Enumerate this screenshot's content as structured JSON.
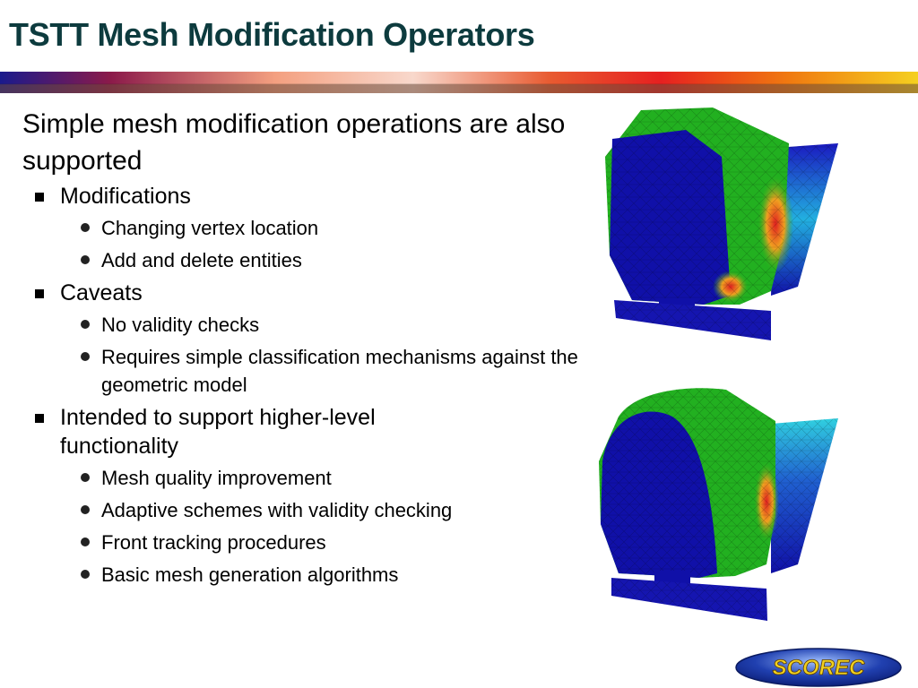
{
  "slide": {
    "title": "TSTT Mesh Modification Operators",
    "intro": "Simple mesh modification operations are also supported",
    "bullets": [
      {
        "text": "Modifications",
        "sub": [
          "Changing vertex location",
          "Add and delete entities"
        ]
      },
      {
        "text": "Caveats",
        "sub": [
          "No validity checks",
          "Requires simple classification mechanisms against the geometric model"
        ]
      },
      {
        "text": "Intended to support higher-level functionality",
        "sub": [
          "Mesh quality improvement",
          "Adaptive schemes with validity checking",
          "Front tracking procedures",
          "Basic mesh generation algorithms"
        ]
      }
    ]
  },
  "logo": {
    "text": "SCOREC"
  },
  "colors": {
    "title": "#0d3b3e",
    "bar_stops": [
      "#1a1a8c",
      "#8b1a4a",
      "#f4a080",
      "#f8d8cc",
      "#e85a30",
      "#e62020",
      "#f07a10",
      "#f5d020"
    ],
    "mesh_blue": "#1010a8",
    "mesh_green": "#22b020",
    "mesh_red": "#e02020",
    "logo_blue": "#2040b0",
    "logo_text": "#f0d020"
  }
}
